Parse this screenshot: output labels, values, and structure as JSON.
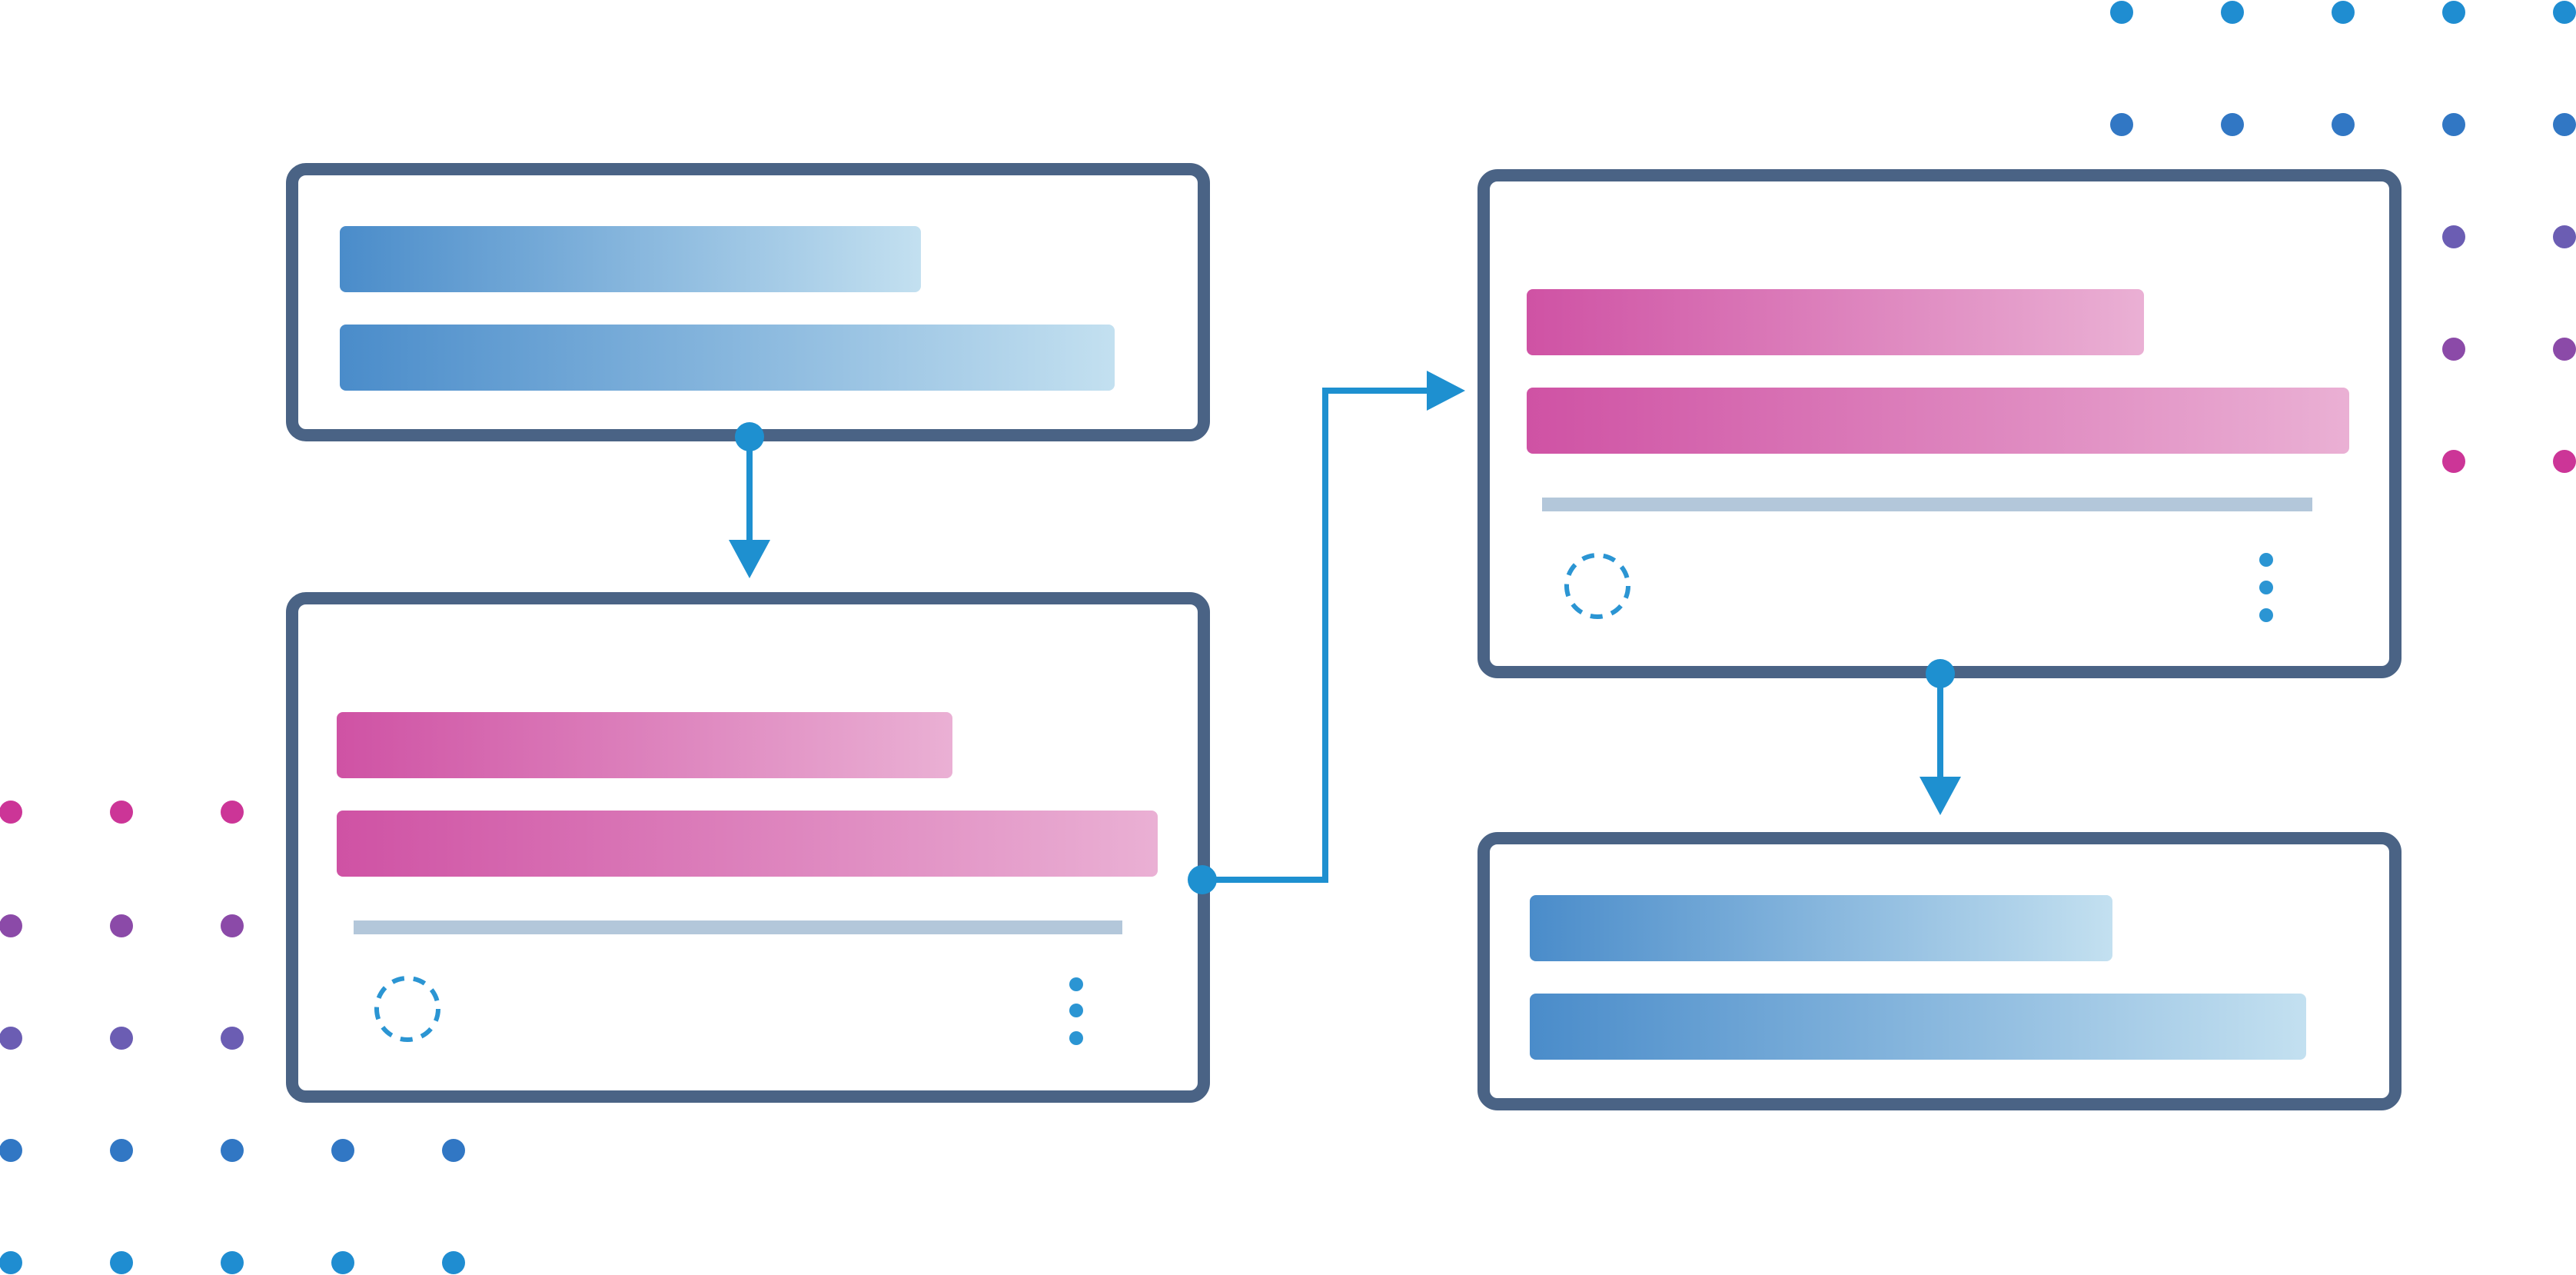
{
  "colors": {
    "background": "#ffffff",
    "card_border": "#4a6385",
    "connector": "#1e90d0",
    "divider": "#b3c7da",
    "placeholder_ring": "#2b95d3",
    "menu_dots": "#2b95d3",
    "blue_gradient": [
      "#4a8cca",
      "#c3e0f0"
    ],
    "pink_gradient": [
      "#cf52a4",
      "#eab0d4"
    ],
    "dot_palette": {
      "magenta": "#cc3597",
      "purple": "#8b4aa8",
      "violet": "#6b5db3",
      "blue": "#3177c4",
      "cyan": "#1f8dd1"
    }
  },
  "cards": [
    {
      "id": "card-top-left",
      "variant": "blue",
      "bars": [
        0.75,
        1.0
      ],
      "has_footer": false
    },
    {
      "id": "card-bottom-left",
      "variant": "pink",
      "bars": [
        0.75,
        1.0
      ],
      "has_footer": true,
      "footer": {
        "avatar_icon": "dashed-circle-icon",
        "menu_icon": "vertical-ellipsis-icon"
      }
    },
    {
      "id": "card-top-right",
      "variant": "pink",
      "bars": [
        0.75,
        1.0
      ],
      "has_footer": true,
      "footer": {
        "avatar_icon": "dashed-circle-icon",
        "menu_icon": "vertical-ellipsis-icon"
      }
    },
    {
      "id": "card-bottom-right",
      "variant": "blue",
      "bars": [
        0.75,
        1.0
      ],
      "has_footer": false
    }
  ],
  "connectors": [
    {
      "from": "card-top-left",
      "to": "card-bottom-left",
      "direction": "down"
    },
    {
      "from": "card-bottom-left",
      "to": "card-top-right",
      "direction": "right"
    },
    {
      "from": "card-top-right",
      "to": "card-bottom-right",
      "direction": "down"
    }
  ],
  "dot_grids": [
    {
      "id": "dot-grid-top-right",
      "rows": [
        "cyan",
        "blue",
        "violet",
        "purple",
        "magenta"
      ]
    },
    {
      "id": "dot-grid-bottom-left",
      "rows": [
        "magenta",
        "purple",
        "violet",
        "blue",
        "cyan"
      ]
    }
  ]
}
